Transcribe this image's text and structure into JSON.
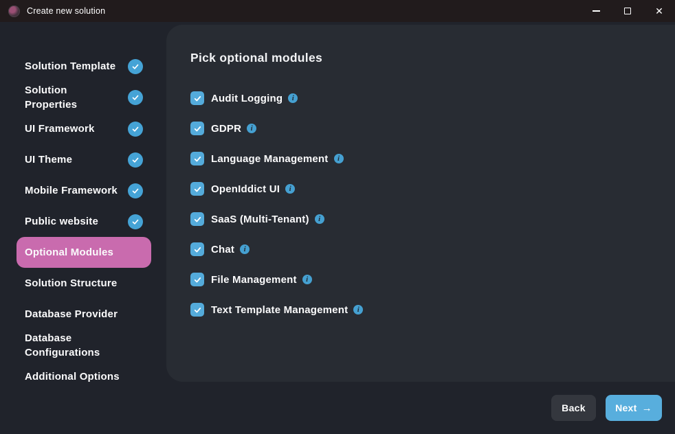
{
  "window": {
    "title": "Create new solution",
    "controls": {
      "minimize": "minimize",
      "maximize": "maximize",
      "close": "✕"
    }
  },
  "sidebar": {
    "items": [
      {
        "label": "Solution Template",
        "completed": true,
        "active": false
      },
      {
        "label": "Solution Properties",
        "completed": true,
        "active": false
      },
      {
        "label": "UI Framework",
        "completed": true,
        "active": false
      },
      {
        "label": "UI Theme",
        "completed": true,
        "active": false
      },
      {
        "label": "Mobile Framework",
        "completed": true,
        "active": false
      },
      {
        "label": "Public website",
        "completed": true,
        "active": false
      },
      {
        "label": "Optional Modules",
        "completed": false,
        "active": true
      },
      {
        "label": "Solution Structure",
        "completed": false,
        "active": false
      },
      {
        "label": "Database Provider",
        "completed": false,
        "active": false
      },
      {
        "label": "Database Configurations",
        "completed": false,
        "active": false
      },
      {
        "label": "Additional Options",
        "completed": false,
        "active": false
      }
    ]
  },
  "main": {
    "heading": "Pick optional modules",
    "modules": [
      {
        "label": "Audit Logging",
        "checked": true
      },
      {
        "label": "GDPR",
        "checked": true
      },
      {
        "label": "Language Management",
        "checked": true
      },
      {
        "label": "OpenIddict UI",
        "checked": true
      },
      {
        "label": "SaaS (Multi-Tenant)",
        "checked": true
      },
      {
        "label": "Chat",
        "checked": true
      },
      {
        "label": "File Management",
        "checked": true
      },
      {
        "label": "Text Template Management",
        "checked": true
      }
    ],
    "info_icon_glyph": "i"
  },
  "footer": {
    "back_label": "Back",
    "next_label": "Next",
    "next_arrow": "→"
  },
  "colors": {
    "titlebar_bg": "#211b1c",
    "window_bg": "#20232b",
    "panel_bg": "#282c33",
    "accent_pink": "#c96bae",
    "accent_blue": "#54abdb",
    "check_circle_blue": "#45a3d6",
    "back_button_bg": "#34373e",
    "next_button_bg": "#58aedd"
  }
}
